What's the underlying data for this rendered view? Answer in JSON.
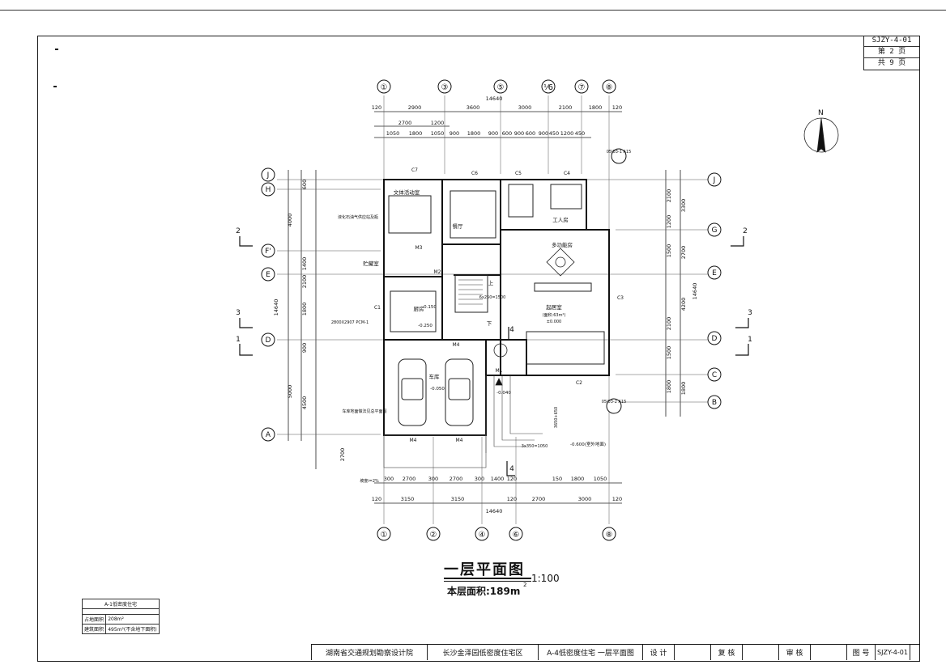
{
  "page_box": [
    "SJZY-4-01",
    "第 2 页",
    "共 9 页"
  ],
  "north_label": "N",
  "axis_top": [
    "①",
    "③",
    "⑤",
    "⅟6",
    "⑦",
    "⑧"
  ],
  "axis_bottom": [
    "①",
    "②",
    "④",
    "⑥",
    "⑧"
  ],
  "axis_left": [
    "J",
    "H",
    "F'",
    "E",
    "D",
    "A"
  ],
  "axis_right": [
    "J",
    "G",
    "E",
    "D",
    "C",
    "B"
  ],
  "dims_top_row1": [
    "120",
    "2900",
    "3600",
    "3000",
    "2100",
    "1800",
    "120"
  ],
  "dims_top_total": "14640",
  "dims_top_row2": [
    "2700",
    "1200"
  ],
  "dims_top_row3": [
    "1050",
    "1800",
    "1050",
    "900",
    "1800",
    "900",
    "600",
    "900",
    "600",
    "900",
    "450",
    "1200",
    "450"
  ],
  "dims_bottom_row1": [
    "300",
    "2700",
    "300",
    "2700",
    "300",
    "1400",
    "120",
    "150",
    "1800",
    "1050"
  ],
  "dims_bottom_row2": [
    "120",
    "3150",
    "3150",
    "120",
    "2700",
    "3000",
    "120"
  ],
  "dims_bottom_total": "14640",
  "dims_left_outer": [
    "4000",
    "14640",
    "5000"
  ],
  "dims_left_inner": [
    "600",
    "1400",
    "2100",
    "1800",
    "900",
    "4500",
    "2700"
  ],
  "dims_right_outer": [
    "3300",
    "14640",
    "1800"
  ],
  "dims_right_inner": [
    "2100",
    "1200",
    "2700",
    "1500",
    "4200",
    "2100",
    "1500",
    "1800"
  ],
  "rooms": {
    "study": "文体活动室",
    "dining": "餐厅",
    "worker": "工人房",
    "multi": "多功能房",
    "living": "起居室",
    "living_area": "(面积:63m²)",
    "living_level": "±0.000",
    "kitchen": "厨房",
    "garage": "车库",
    "up": "上",
    "down": "下",
    "storage": "贮藏室"
  },
  "levels": [
    "-0.150",
    "-0.250",
    "-0.050",
    "-0.040",
    "-0.600(室外地面)"
  ],
  "door_labels": [
    "M1",
    "M2",
    "M3",
    "M4",
    "M4",
    "M4",
    "C7",
    "C6",
    "C5",
    "C4",
    "C2",
    "C3",
    "C1"
  ],
  "notes": {
    "note_left_top": "液化石油气供应站及瓶",
    "note_left_mid": "2800X2907 PCM-1",
    "note_left_bottom": "车库地面做法见总平面图",
    "note_slope": "坡度i=2%",
    "stair": "6x250=1500",
    "detail_ref1": "05J03-1 A15",
    "detail_ref2": "05J03-2 A15",
    "car_dim": "3x350=1050",
    "dim_3650": "3650+650"
  },
  "section_marks": [
    "2",
    "3",
    "1",
    "2",
    "3",
    "1",
    "4",
    "4"
  ],
  "drawing_title": "一层平面图",
  "drawing_scale": "1:100",
  "floor_area_label": "本层面积:189m",
  "floor_area_sup": "2",
  "info_table": {
    "title": "A-1低密度住宅",
    "rows": [
      {
        "label": "占地面积",
        "value": "208m²"
      },
      {
        "label": "建筑面积",
        "value": "495m²(不含地下面积)"
      }
    ]
  },
  "title_block": {
    "company": "湖南省交通规划勘察设计院",
    "project": "长沙金泽园低密度住宅区",
    "drawing": "A-4低密度住宅   一层平面图",
    "design": "设 计",
    "review": "复 核",
    "approve": "审 核",
    "drawing_no_label": "图 号",
    "drawing_no": "SJZY-4-01"
  }
}
